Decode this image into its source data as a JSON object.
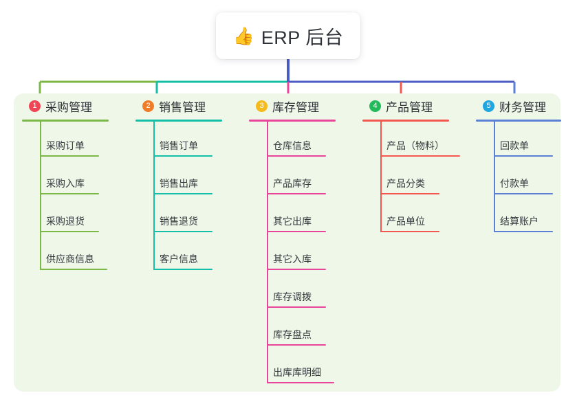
{
  "diagram": {
    "type": "mindmap",
    "root": {
      "emoji": "👍",
      "emoji_name": "thumbs-up-icon",
      "title": "ERP 后台"
    },
    "panel_color": "#eff7e9",
    "stem_color": "#4a5bc4",
    "branches": [
      {
        "number": "1",
        "title": "采购管理",
        "badge_color": "#ef4555",
        "line_color": "#7cb845",
        "items": [
          "采购订单",
          "采购入库",
          "采购退货",
          "供应商信息"
        ]
      },
      {
        "number": "2",
        "title": "销售管理",
        "badge_color": "#f07c2a",
        "line_color": "#13bfa6",
        "items": [
          "销售订单",
          "销售出库",
          "销售退货",
          "客户信息"
        ]
      },
      {
        "number": "3",
        "title": "库存管理",
        "badge_color": "#f5bb1d",
        "line_color": "#e8459a",
        "items": [
          "仓库信息",
          "产品库存",
          "其它出库",
          "其它入库",
          "库存调拨",
          "库存盘点",
          "出库库明细"
        ]
      },
      {
        "number": "4",
        "title": "产品管理",
        "badge_color": "#22bb5b",
        "line_color": "#f4574f",
        "items": [
          "产品（物料）",
          "产品分类",
          "产品单位"
        ]
      },
      {
        "number": "5",
        "title": "财务管理",
        "badge_color": "#1ea7e1",
        "line_color": "#5a7fd4",
        "items": [
          "回款单",
          "付款单",
          "结算账户"
        ]
      }
    ]
  }
}
